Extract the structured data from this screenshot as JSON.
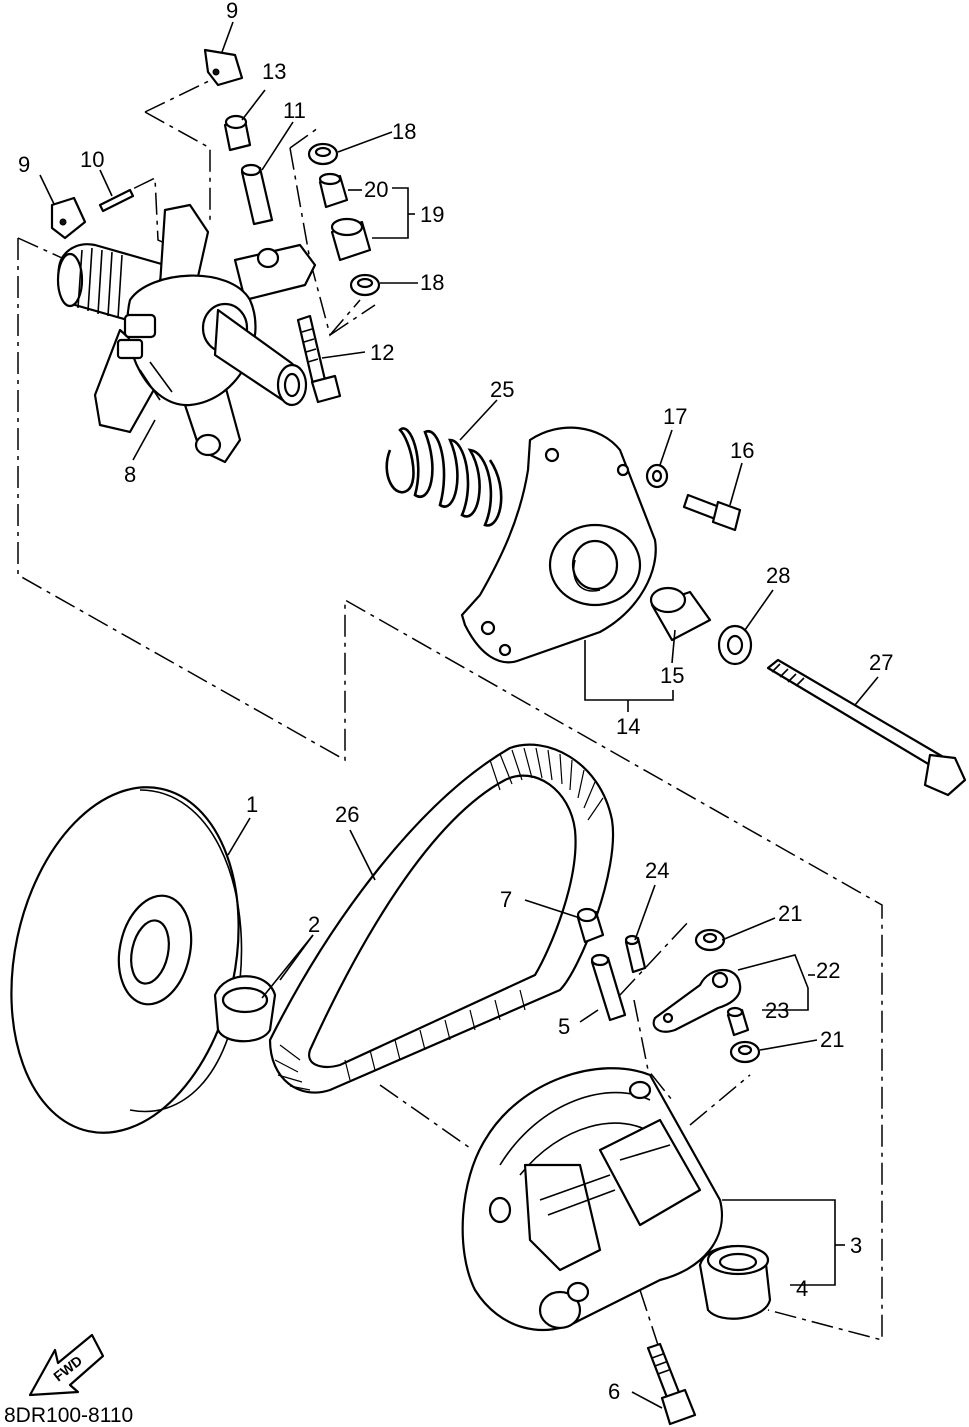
{
  "diagram": {
    "part_code": "8DR100-8110",
    "fwd_label": "FWD",
    "callouts": {
      "c1": "1",
      "c2": "2",
      "c3": "3",
      "c4": "4",
      "c5": "5",
      "c6": "6",
      "c7": "7",
      "c8": "8",
      "c9a": "9",
      "c9b": "9",
      "c10": "10",
      "c11": "11",
      "c12": "12",
      "c13": "13",
      "c14": "14",
      "c15": "15",
      "c16": "16",
      "c17": "17",
      "c18a": "18",
      "c18b": "18",
      "c19": "19",
      "c20": "20",
      "c21a": "21",
      "c21b": "21",
      "c22": "22",
      "c23": "23",
      "c24": "24",
      "c25": "25",
      "c26": "26",
      "c27": "27",
      "c28": "28"
    }
  }
}
